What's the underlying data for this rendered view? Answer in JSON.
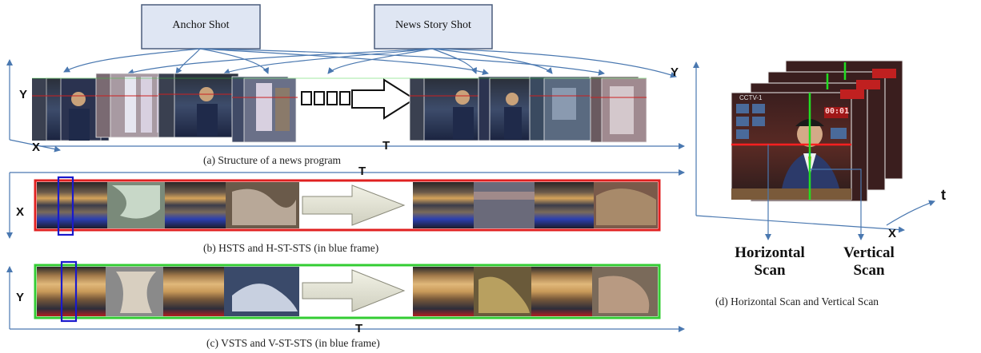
{
  "boxes": {
    "anchor_shot": "Anchor Shot",
    "news_story_shot": "News Story Shot"
  },
  "captions": {
    "a": "(a) Structure of a news program",
    "b": "(b) HSTS and H-ST-STS (in blue frame)",
    "c": "(c) VSTS and V-ST-STS (in blue frame)",
    "d": "(d) Horizontal Scan and Vertical Scan"
  },
  "axes": {
    "a_y": "Y",
    "a_x": "X",
    "a_t": "T",
    "b_t": "T",
    "b_x": "X",
    "c_y": "Y",
    "c_t": "T",
    "d_y": "Y",
    "d_x": "X",
    "d_t": "t"
  },
  "scans": {
    "horizontal_line1": "Horizontal",
    "horizontal_line2": "Scan",
    "vertical_line1": "Vertical",
    "vertical_line2": "Scan"
  },
  "panel_d": {
    "tv_logo": "CCTV-1",
    "clock": "00:01"
  },
  "colors": {
    "box_fill": "#dfe6f3",
    "arrow_blue": "#4a78b0",
    "hsts_frame": "#e02020",
    "vsts_frame": "#33cc33",
    "selection_frame": "#1a1acc",
    "scan_line_red": "#ff2020",
    "scan_line_green": "#22dd22"
  },
  "icons": {
    "shot_arrow": "hollow-right-arrow",
    "strip_arrow": "block-right-arrow",
    "squares": "sequence-squares"
  }
}
